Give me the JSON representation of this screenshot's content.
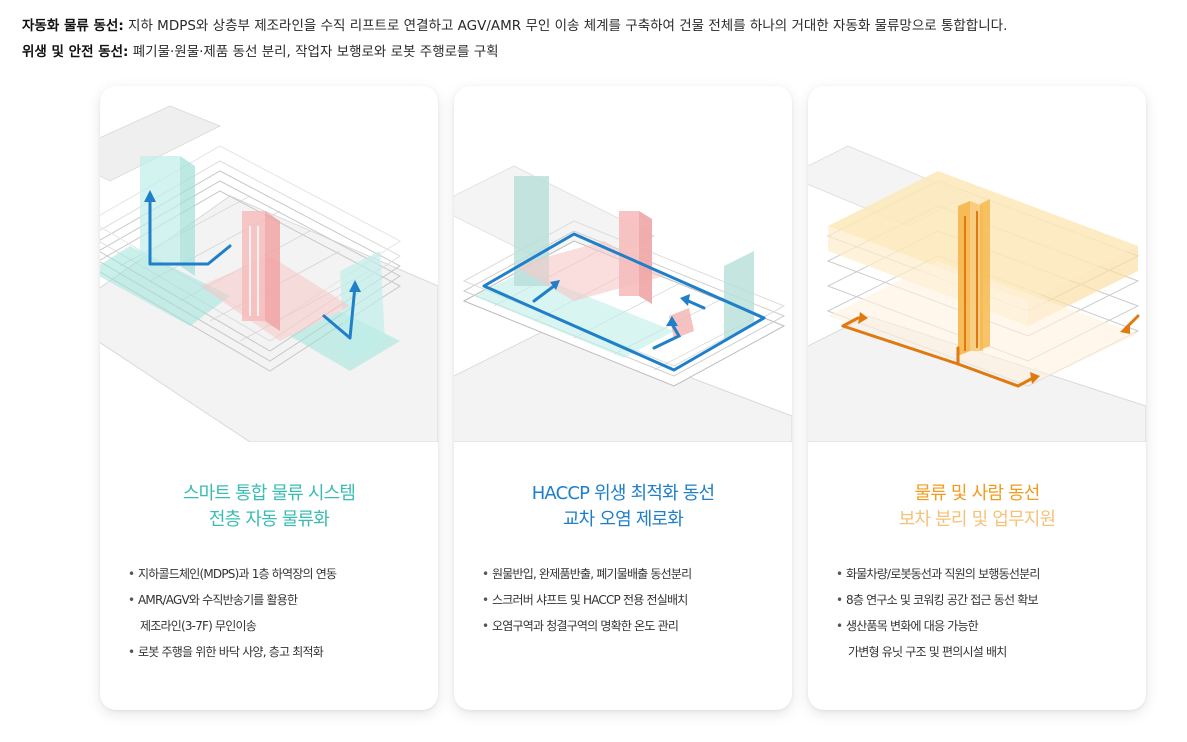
{
  "intro": {
    "line1_label": "자동화 물류 동선:",
    "line1_text": "지하 MDPS와 상층부 제조라인을 수직 리프트로 연결하고 AGV/AMR 무인 이송 체계를 구축하여 건물 전체를 하나의 거대한 자동화 물류망으로 통합합니다.",
    "line2_label": "위생 및 안전 동선:",
    "line2_text": "폐기물·원물·제품 동선 분리, 작업자 보행로와 로봇 주행로를 구획"
  },
  "cards": [
    {
      "title1": "스마트 통합 물류 시스템",
      "title2": "전층 자동 물류화",
      "accent": "#3bbcb2",
      "bullets": [
        {
          "a": "지하콜드체인(MDPS)과 1층 하역장의 연동",
          "b": ""
        },
        {
          "a": "AMR/AGV와 수직반송기를 활용한",
          "b": "제조라인(3-7F) 무인이송"
        },
        {
          "a": "로봇 주행을 위한 바닥 사양, 층고 최적화",
          "b": ""
        }
      ]
    },
    {
      "title1": "HACCP 위생 최적화 동선",
      "title2": "교차 오염 제로화",
      "accent": "#1f7fc9",
      "bullets": [
        {
          "a": "원물반입, 완제품반출, 폐기물배출 동선분리",
          "b": ""
        },
        {
          "a": "스크러버 샤프트 및 HACCP 전용 전실배치",
          "b": ""
        },
        {
          "a": "오염구역과 청결구역의 명확한 온도 관리",
          "b": ""
        }
      ]
    },
    {
      "title1": "물류 및 사람 동선",
      "title2": "보차 분리 및 업무지원",
      "accent1": "#f29b1e",
      "accent2": "#f5c27a",
      "bullets": [
        {
          "a": "화물차량/로봇동선과 직원의 보행동선분리",
          "b": ""
        },
        {
          "a": "8층 연구소 및 코워킹 공간 접근 동선 확보",
          "b": ""
        },
        {
          "a": "생산품목 변화에 대응 가능한",
          "b": "가변형 유닛 구조 및 편의시설 배치"
        }
      ]
    }
  ]
}
